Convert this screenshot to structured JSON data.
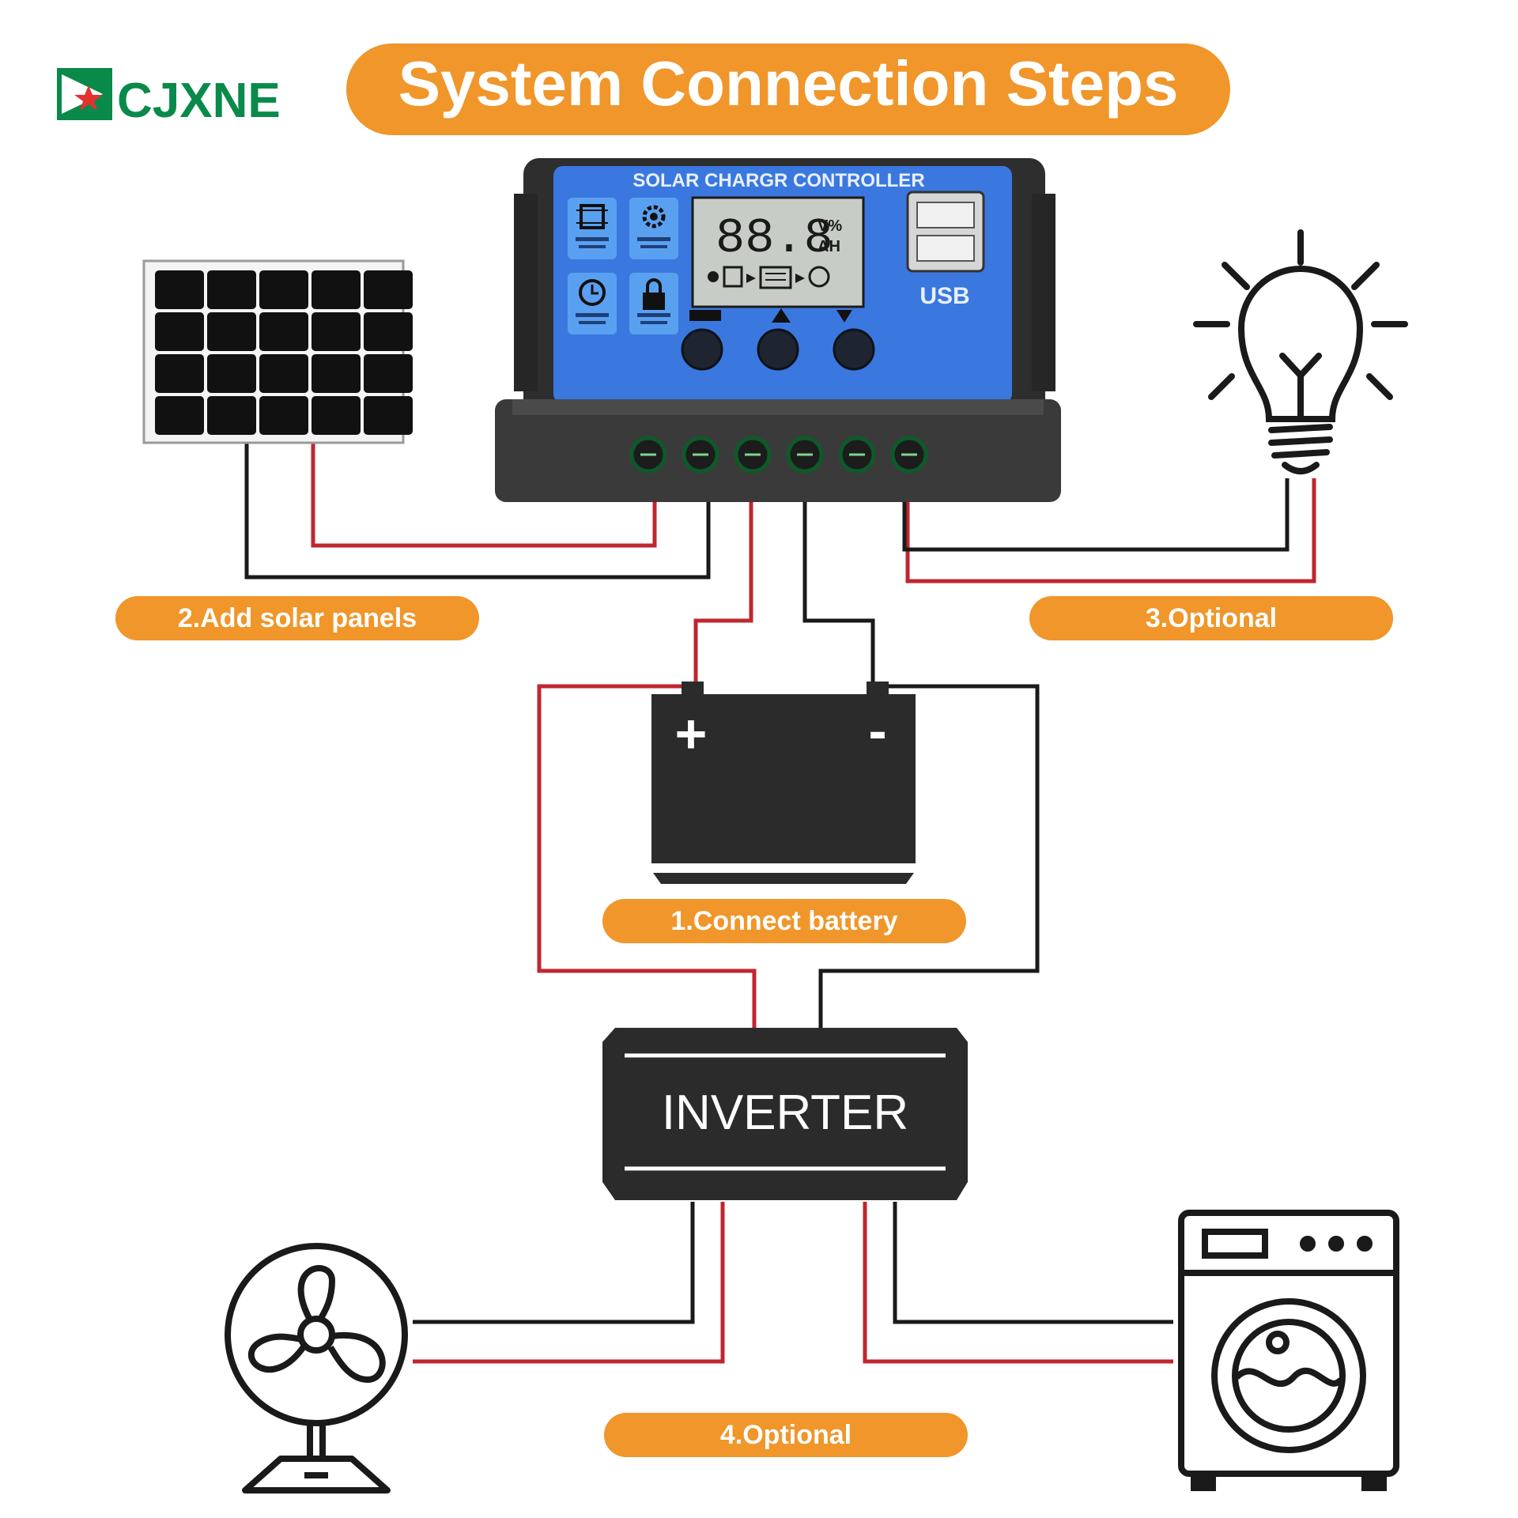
{
  "brand": {
    "name": "CJXNE",
    "color": "#0a8a4a"
  },
  "title": "System Connection Steps",
  "colors": {
    "accent_orange": "#f0962a",
    "wire_red": "#c0262f",
    "wire_black": "#1a1a1a",
    "controller_blue": "#3a78e0",
    "device_dark": "#2b2b2b"
  },
  "controller": {
    "name": "SOLAR CHARGR CONTROLLER",
    "lcd_value": "88.8",
    "lcd_unit_top": "V%",
    "lcd_unit_bottom": "AH",
    "usb_label": "USB",
    "icons": [
      "chip-icon",
      "gear-icon",
      "clock-icon",
      "lock-icon"
    ],
    "terminals": 6
  },
  "steps": {
    "battery": "1.Connect battery",
    "solar": "2.Add solar panels",
    "load": "3.Optional",
    "ac_load": "4.Optional"
  },
  "battery": {
    "plus": "+",
    "minus": "-"
  },
  "inverter": {
    "label": "INVERTER"
  },
  "devices": [
    "solar-panel",
    "light-bulb",
    "battery",
    "inverter",
    "fan",
    "washing-machine"
  ]
}
